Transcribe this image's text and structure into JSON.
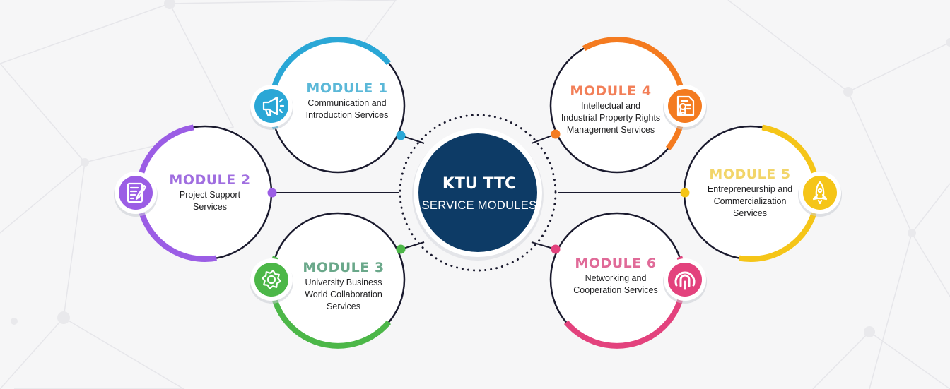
{
  "center": {
    "title": "KTU TTC",
    "subtitle": "SERVICE MODULES"
  },
  "colors": {
    "navy": "#0d3b66",
    "module1": "#2aa7d6",
    "module2": "#9b5de5",
    "module3": "#4cb748",
    "module4": "#f47b20",
    "module5": "#f5c518",
    "module6": "#e3427d"
  },
  "modules": [
    {
      "id": 1,
      "title": "MODULE 1",
      "lines": [
        "Communication and",
        "Introduction Services"
      ],
      "icon": "megaphone-icon",
      "title_color": "#5bb8d8"
    },
    {
      "id": 2,
      "title": "MODULE 2",
      "lines": [
        "Project Support",
        "Services"
      ],
      "icon": "document-edit-icon",
      "title_color": "#a06ee0"
    },
    {
      "id": 3,
      "title": "MODULE 3",
      "lines": [
        "University Business",
        "World Collaboration",
        "Services"
      ],
      "icon": "gear-icon",
      "title_color": "#6aa88a"
    },
    {
      "id": 4,
      "title": "MODULE 4",
      "lines": [
        "Intellectual and",
        "Industrial Property Rights",
        "Management Services"
      ],
      "icon": "certificate-icon",
      "title_color": "#f27f58"
    },
    {
      "id": 5,
      "title": "MODULE 5",
      "lines": [
        "Entrepreneurship and",
        "Commercialization",
        "Services"
      ],
      "icon": "rocket-icon",
      "title_color": "#f2d56a"
    },
    {
      "id": 6,
      "title": "MODULE 6",
      "lines": [
        "Networking and",
        "Cooperation Services"
      ],
      "icon": "network-icon",
      "title_color": "#e06a98"
    }
  ]
}
